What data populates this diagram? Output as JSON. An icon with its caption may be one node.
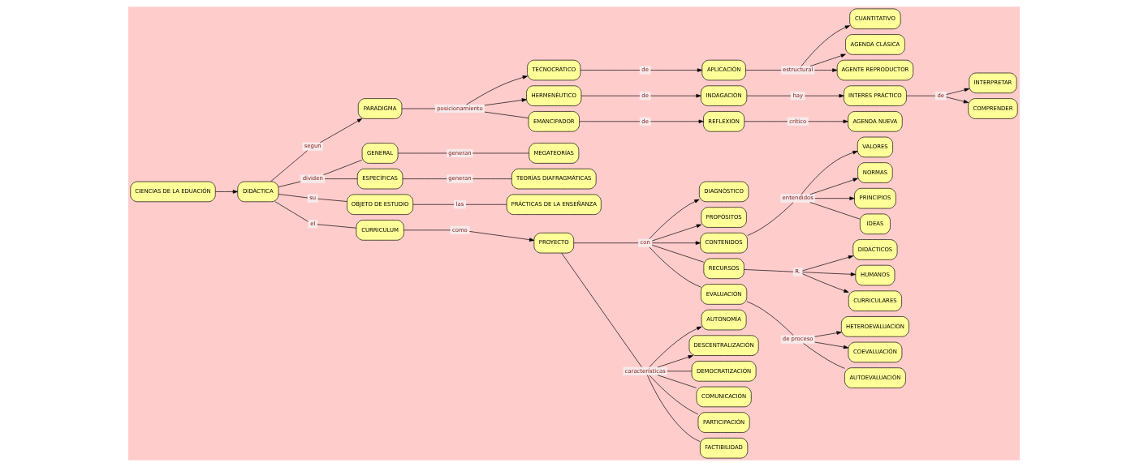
{
  "diagram": {
    "nodes": [
      {
        "text": [
          "CIENCIAS DE LA EDUACIÓN"
        ]
      },
      {
        "text": [
          "DIDÁCTICA"
        ]
      },
      {
        "text": [
          "segun"
        ]
      },
      {
        "text": [
          "PARADIGMA"
        ]
      },
      {
        "text": [
          "posicionamiento"
        ]
      },
      {
        "text": [
          "TECNOCRÁTICO"
        ]
      },
      {
        "text": [
          "de"
        ]
      },
      {
        "text": [
          "APLICACIÓN"
        ]
      },
      {
        "text": [
          "estructural"
        ]
      },
      {
        "text": [
          "CUANTITATIVO"
        ]
      },
      {
        "text": [
          "AGENDA CLÁSICA"
        ]
      },
      {
        "text": [
          "AGENTE REPRODUCTOR"
        ]
      },
      {
        "text": [
          "HERMENÉUTICO"
        ]
      },
      {
        "text": [
          "de"
        ]
      },
      {
        "text": [
          "INDAGACIÓN"
        ]
      },
      {
        "text": [
          "hay"
        ]
      },
      {
        "text": [
          "INTERÉS PRÁCTICO"
        ]
      },
      {
        "text": [
          "de"
        ]
      },
      {
        "text": [
          "INTERPRETAR"
        ]
      },
      {
        "text": [
          "COMPRENDER"
        ]
      },
      {
        "text": [
          "EMANCIPADOR"
        ]
      },
      {
        "text": [
          "de"
        ]
      },
      {
        "text": [
          "REFLEXIÓN"
        ]
      },
      {
        "text": [
          "crítico"
        ]
      },
      {
        "text": [
          "AGENDA NUEVA"
        ]
      },
      {
        "text": [
          "dividen"
        ]
      },
      {
        "text": [
          "su"
        ]
      },
      {
        "text": [
          "OBJETO DE ESTUDIO"
        ]
      },
      {
        "text": [
          "el"
        ]
      },
      {
        "text": [
          "GENERAL"
        ]
      },
      {
        "text": [
          "ESPECÍFICAS"
        ]
      },
      {
        "text": [
          "las"
        ]
      },
      {
        "text": [
          "generan"
        ]
      },
      {
        "text": [
          "generan"
        ]
      },
      {
        "text": [
          "PRÁCTICAS DE LA ENSEÑANZA"
        ]
      },
      {
        "text": [
          "MEGATEORÍAS"
        ]
      },
      {
        "text": [
          "TEORÍAS DIAFRAGMÁTICAS"
        ]
      },
      {
        "text": [
          "DIAGNÓSTICO"
        ]
      },
      {
        "text": [
          "PROPÓSITOS"
        ]
      },
      {
        "text": [
          "VALORES"
        ]
      },
      {
        "text": [
          "CURRICULUM"
        ]
      },
      {
        "text": [
          "como"
        ]
      },
      {
        "text": [
          "PROYECTO"
        ]
      },
      {
        "text": [
          "con"
        ]
      },
      {
        "text": [
          "CONTENIDOS"
        ]
      },
      {
        "text": [
          "entendidos"
        ]
      },
      {
        "text": [
          "NORMAS"
        ]
      },
      {
        "text": [
          "PRINCIPIOS"
        ]
      },
      {
        "text": [
          "IDEAS"
        ]
      },
      {
        "text": [
          "DIDÁCTICOS"
        ]
      },
      {
        "text": [
          "características"
        ]
      },
      {
        "text": [
          "AUTONOMÍA"
        ]
      },
      {
        "text": [
          "RECURSOS"
        ]
      },
      {
        "text": [
          "R."
        ]
      },
      {
        "text": [
          "HUMANOS"
        ]
      },
      {
        "text": [
          "DESCENTRALIZACIÓN"
        ]
      },
      {
        "text": [
          "CURRICULARES"
        ]
      },
      {
        "text": [
          "DEMOCRATIZACIÓN"
        ]
      },
      {
        "text": [
          "COMUNICACIÓN"
        ]
      },
      {
        "text": [
          "EVALUACIÓN"
        ]
      },
      {
        "text": [
          "de proceso"
        ]
      },
      {
        "text": [
          "HETEROEVALUACIÓN"
        ]
      },
      {
        "text": [
          "PARTICIPACIÓN"
        ]
      },
      {
        "text": [
          "COEVALUACIÓN"
        ]
      },
      {
        "text": [
          "FACTIBILIDAD"
        ]
      },
      {
        "text": [
          "AUTOEVALUACIÓN"
        ]
      }
    ],
    "edges": [
      {
        "from": 0,
        "to": 1,
        "arrow": "to"
      },
      {
        "from": 1,
        "to": 2,
        "arrow": "none"
      },
      {
        "from": 2,
        "to": 3,
        "arrow": "to"
      },
      {
        "from": 3,
        "to": 4,
        "arrow": "none"
      },
      {
        "from": 4,
        "to": 5,
        "arrow": "to"
      },
      {
        "from": 4,
        "to": 12,
        "arrow": "to"
      },
      {
        "from": 4,
        "to": 20,
        "arrow": "none"
      },
      {
        "from": 5,
        "to": 6,
        "arrow": "none"
      },
      {
        "from": 6,
        "to": 7,
        "arrow": "to"
      },
      {
        "from": 7,
        "to": 8,
        "arrow": "none"
      },
      {
        "from": 8,
        "to": 9,
        "arrow": "to"
      },
      {
        "from": 8,
        "to": 10,
        "arrow": "to"
      },
      {
        "from": 8,
        "to": 11,
        "arrow": "to"
      },
      {
        "from": 12,
        "to": 13,
        "arrow": "none"
      },
      {
        "from": 13,
        "to": 14,
        "arrow": "to"
      },
      {
        "from": 14,
        "to": 15,
        "arrow": "none"
      },
      {
        "from": 15,
        "to": 16,
        "arrow": "to"
      },
      {
        "from": 16,
        "to": 17,
        "arrow": "none"
      },
      {
        "from": 17,
        "to": 18,
        "arrow": "to"
      },
      {
        "from": 17,
        "to": 19,
        "arrow": "to"
      },
      {
        "from": 20,
        "to": 21,
        "arrow": "none"
      },
      {
        "from": 21,
        "to": 22,
        "arrow": "to"
      },
      {
        "from": 22,
        "to": 23,
        "arrow": "none"
      },
      {
        "from": 23,
        "to": 24,
        "arrow": "to"
      },
      {
        "from": 1,
        "to": 25,
        "arrow": "none"
      },
      {
        "from": 25,
        "to": 29,
        "arrow": "none"
      },
      {
        "from": 25,
        "to": 30,
        "arrow": "none"
      },
      {
        "from": 1,
        "to": 26,
        "arrow": "none"
      },
      {
        "from": 26,
        "to": 27,
        "arrow": "none"
      },
      {
        "from": 1,
        "to": 28,
        "arrow": "none"
      },
      {
        "from": 28,
        "to": 40,
        "arrow": "none"
      },
      {
        "from": 27,
        "to": 31,
        "arrow": "none"
      },
      {
        "from": 31,
        "to": 34,
        "arrow": "none"
      },
      {
        "from": 29,
        "to": 32,
        "arrow": "none"
      },
      {
        "from": 32,
        "to": 35,
        "arrow": "none"
      },
      {
        "from": 30,
        "to": 33,
        "arrow": "none"
      },
      {
        "from": 33,
        "to": 36,
        "arrow": "none"
      },
      {
        "from": 40,
        "to": 41,
        "arrow": "none"
      },
      {
        "from": 41,
        "to": 42,
        "arrow": "to"
      },
      {
        "from": 42,
        "to": 43,
        "arrow": "none"
      },
      {
        "from": 43,
        "to": 37,
        "arrow": "to"
      },
      {
        "from": 43,
        "to": 38,
        "arrow": "to"
      },
      {
        "from": 43,
        "to": 44,
        "arrow": "to"
      },
      {
        "from": 43,
        "to": 52,
        "arrow": "none"
      },
      {
        "from": 43,
        "to": 59,
        "arrow": "none"
      },
      {
        "from": 44,
        "to": 45,
        "arrow": "none"
      },
      {
        "from": 45,
        "to": 39,
        "arrow": "to"
      },
      {
        "from": 45,
        "to": 46,
        "arrow": "to"
      },
      {
        "from": 45,
        "to": 47,
        "arrow": "to"
      },
      {
        "from": 45,
        "to": 48,
        "arrow": "none"
      },
      {
        "from": 52,
        "to": 53,
        "arrow": "none"
      },
      {
        "from": 53,
        "to": 49,
        "arrow": "to"
      },
      {
        "from": 53,
        "to": 54,
        "arrow": "to"
      },
      {
        "from": 53,
        "to": 56,
        "arrow": "to"
      },
      {
        "from": 42,
        "to": 50,
        "arrow": "none"
      },
      {
        "from": 50,
        "to": 51,
        "arrow": "to"
      },
      {
        "from": 50,
        "to": 55,
        "arrow": "to"
      },
      {
        "from": 50,
        "to": 57,
        "arrow": "none"
      },
      {
        "from": 50,
        "to": 62,
        "arrow": "none"
      },
      {
        "from": 50,
        "to": 58,
        "arrow": "none"
      },
      {
        "from": 50,
        "to": 64,
        "arrow": "none"
      },
      {
        "from": 59,
        "to": 60,
        "arrow": "none"
      },
      {
        "from": 60,
        "to": 61,
        "arrow": "to"
      },
      {
        "from": 60,
        "to": 63,
        "arrow": "to"
      },
      {
        "from": 60,
        "to": 65,
        "arrow": "none"
      }
    ]
  }
}
